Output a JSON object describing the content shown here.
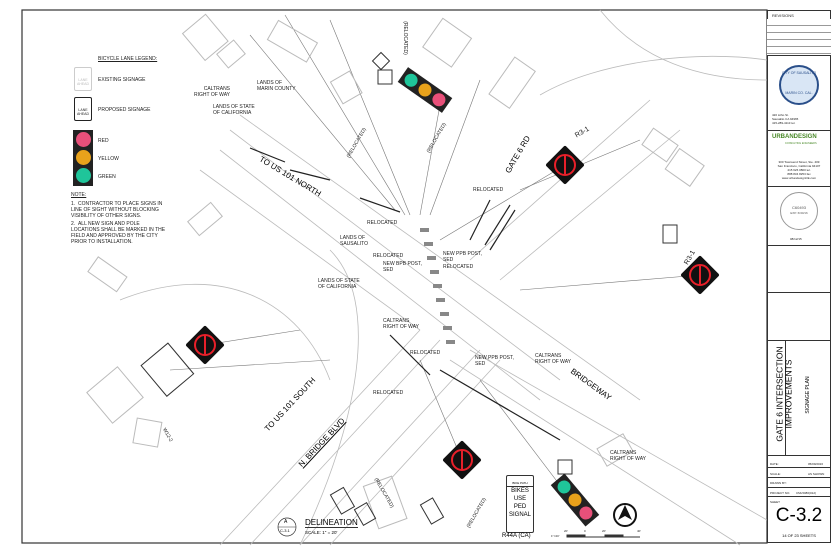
{
  "legend": {
    "title": "BICYCLE LANE LEGEND:",
    "existing": "EXISTING SIGNAGE",
    "proposed": "PROPOSED SIGNAGE",
    "sign_text": "LANE AHEAD",
    "red": "RED",
    "yellow": "YELLOW",
    "green": "GREEN",
    "note_title": "NOTE:",
    "notes": [
      "CONTRACTOR TO PLACE SIGNS IN LINE OF SIGHT WITHOUT BLOCKING VISIBILITY OF OTHER SIGNS.",
      "ALL NEW SIGN AND POLE LOCATIONS SHALL BE MARKED IN THE FIELD AND APPROVED BY THE CITY PRIOR TO INSTALLATION."
    ]
  },
  "labels": {
    "caltrans": "CALTRANS\nRIGHT OF WAY",
    "marin": "LANDS OF\nMARIN COUNTY",
    "state": "LANDS OF STATE\nOF CALIFORNIA",
    "sausalito": "LANDS OF\nSAUSALITO",
    "relocated": "RELOCATED",
    "relocated_paren": "(RELOCATED)",
    "new_bpb": "NEW BPB POST,\nSED",
    "new_ppb": "NEW PPB POST,\nSED",
    "r3_1": "R3-1",
    "w12_2": "W12-2"
  },
  "streets": {
    "north": "TO US 101 NORTH",
    "south": "TO US 101 SOUTH",
    "gate6": "GATE 6 RD",
    "bridge": "N. BRIDGE BLVD",
    "bridgeway": "BRIDGEWAY"
  },
  "ped_sign": {
    "top": "BIKE PATH",
    "lines": [
      "BIKES",
      "USE",
      "PED",
      "SIGNAL"
    ],
    "code": "R44A (CA)"
  },
  "delineation": {
    "letter": "A",
    "ref": "C-3.1",
    "title": "DELINEATION",
    "scale": "SCALE: 1\" = 20'"
  },
  "scalebar": {
    "label": "1\"=20'",
    "ticks": [
      "20'",
      "0",
      "20'",
      "40'"
    ]
  },
  "colors": {
    "red": "#e8202a",
    "yellow": "#e8a21b",
    "green": "#1fc59a"
  },
  "title_block": {
    "revisions": "REVISIONS",
    "city": "CITY OF SAUSALITO",
    "city_sub": "MARIN CO. CAL.",
    "city_addr": "420 Litho St.\nSausalito CA 94965\n415-289-4113 tel.",
    "firm": "URBANDESIGN",
    "firm_sub": "CONSULTING ENGINEERS",
    "firm_addr": "300 Townsend Street, Ste. 409\nSan Francisco, California 94107\n415 626 0800 tel.\n888 834 8253 fax\nwww.urbandesignCE.com",
    "seal_no": "C60493",
    "seal_exp": "EXP. 6/30/16",
    "seal_date": "08/12/15",
    "project": "GATE 6 INTERSECTION IMPROVEMENTS",
    "sheet_title": "SIGNAGE PLAN",
    "date_label": "DATE:",
    "date": "05/09/2016",
    "scale_label": "SCALE:",
    "scale": "AS SHOWN",
    "drawn_label": "DRAWN BY:",
    "project_no_label": "PROJECT NO.",
    "project_no": "CML5086(012)",
    "sheet_label": "SHEET",
    "sheet": "C-3.2",
    "sheet_of": "14 OF 23 SHEETS"
  }
}
